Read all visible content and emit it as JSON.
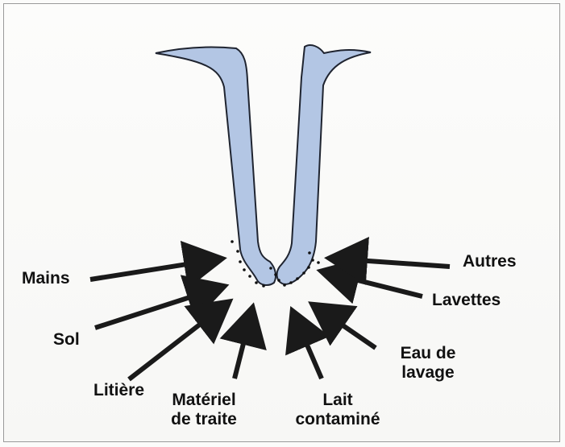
{
  "colors": {
    "teat_fill": "#b3c6e4",
    "teat_stroke": "#1f2430",
    "arrow": "#1a1a1a",
    "contaminant_dots": "#111111"
  },
  "labels": {
    "mains": "Mains",
    "sol": "Sol",
    "litiere": "Litière",
    "materiel_line1": "Matériel",
    "materiel_line2": "de traite",
    "lait_line1": "Lait",
    "lait_line2": "contaminé",
    "eau_line1": "Eau de",
    "eau_line2": "lavage",
    "lavettes": "Lavettes",
    "autres": "Autres"
  }
}
